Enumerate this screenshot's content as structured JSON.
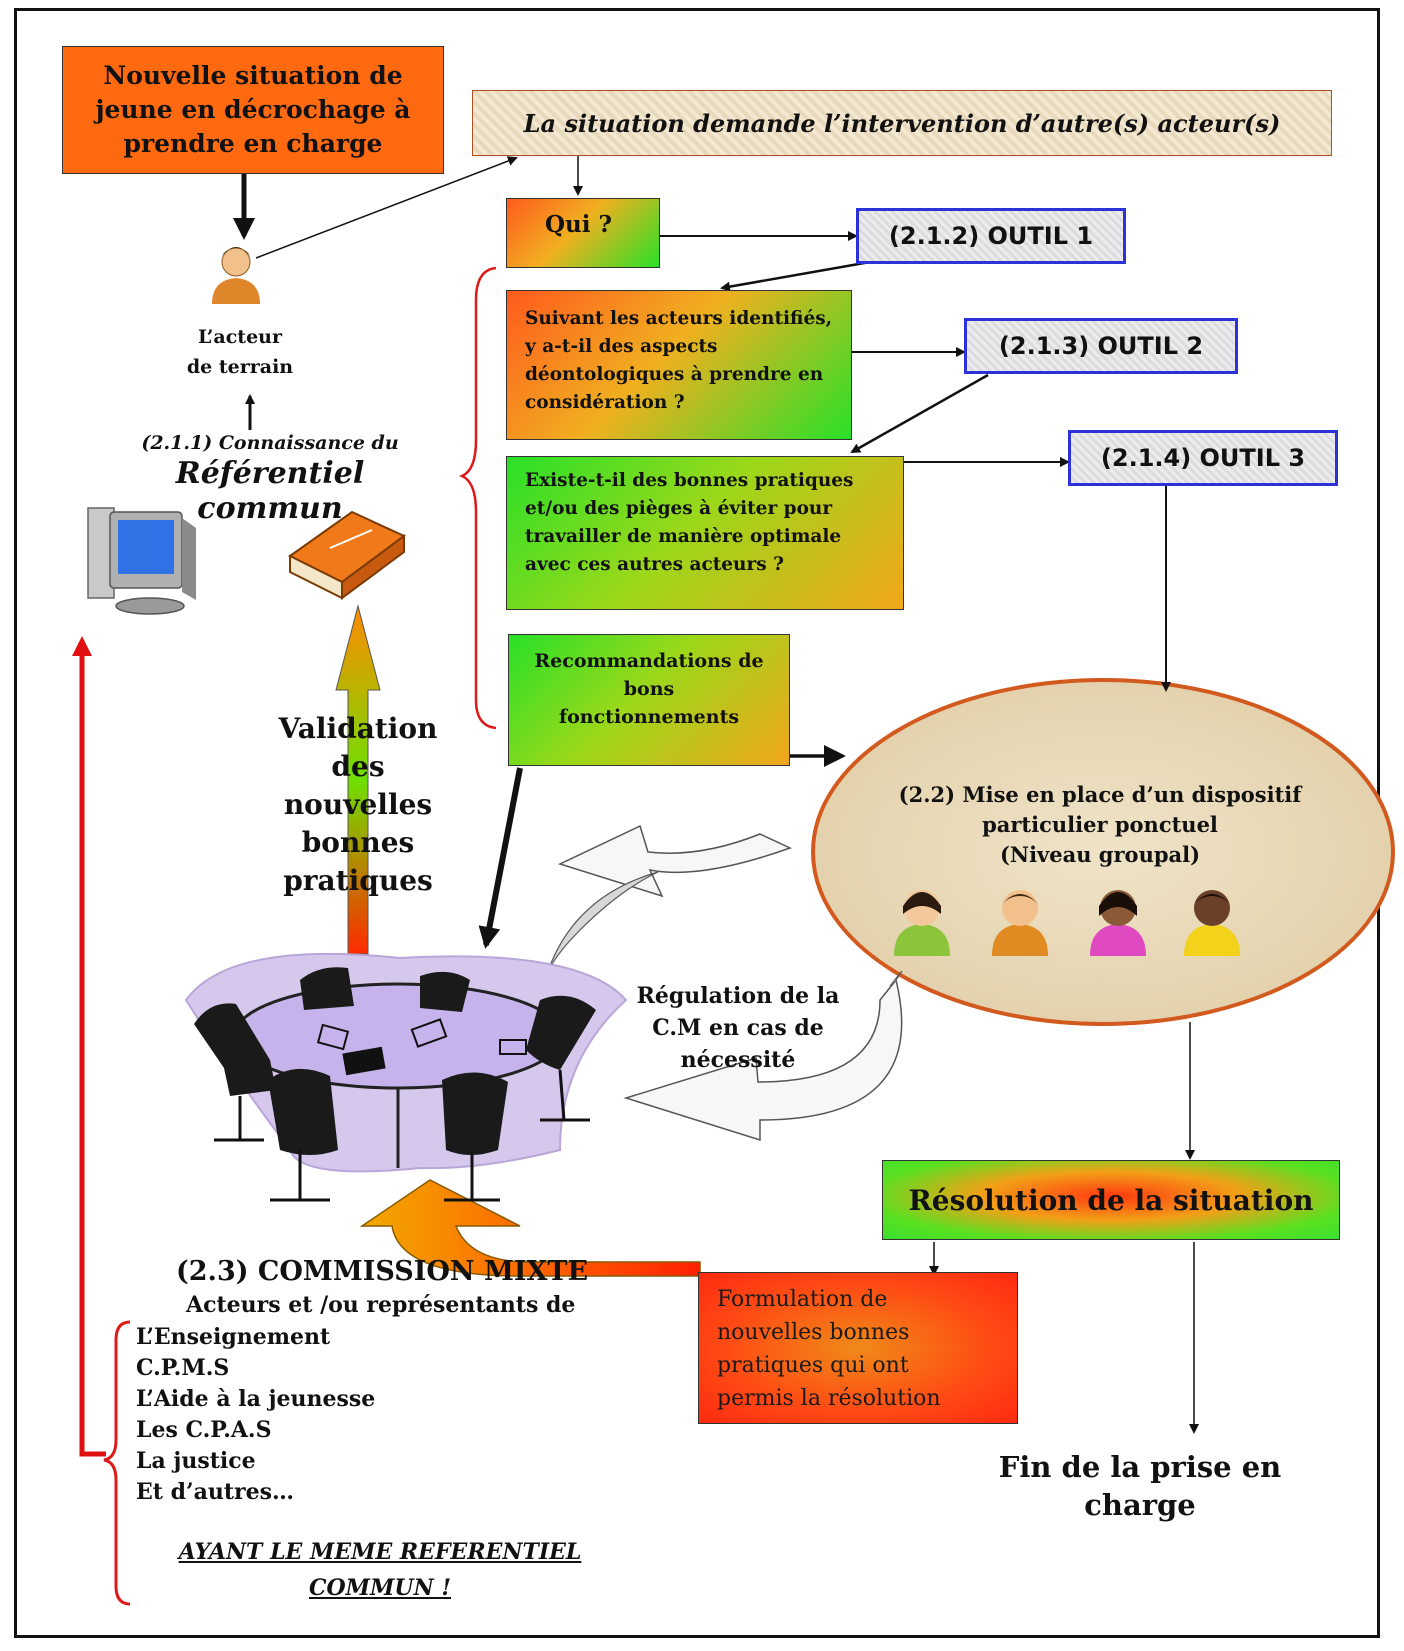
{
  "start_box": "Nouvelle situation de jeune en décrochage à prendre en charge",
  "banner": "La situation demande l’intervention d’autre(s) acteur(s)",
  "qui_box": "Qui ?",
  "tools": {
    "tool1": "(2.1.2) OUTIL 1",
    "tool2": "(2.1.3) OUTIL 2",
    "tool3": "(2.1.4) OUTIL 3"
  },
  "questions": {
    "deontology": "Suivant les acteurs identifiés, y a-t-il des aspects déontologiques à prendre en considération ?",
    "good_practices": "Existe-t-il des bonnes pratiques et/ou des pièges à éviter pour travailler de manière optimale avec ces autres acteurs ?"
  },
  "recommendations": "Recommandations de bons fonctionnements",
  "actor": {
    "line1": "L’acteur",
    "line2": "de terrain"
  },
  "referentiel": {
    "prefix": "(2.1.1) Connaissance du",
    "title": "Référentiel commun"
  },
  "validation": [
    "Validation",
    "des",
    "nouvelles",
    "bonnes",
    "pratiques"
  ],
  "dispositif": [
    "(2.2) Mise en place d’un dispositif",
    "particulier ponctuel",
    "(Niveau groupal)"
  ],
  "regulation": [
    "Régulation de la",
    "C.M en cas de",
    "nécessité"
  ],
  "resolution": "Résolution de la situation",
  "formulation": [
    "Formulation de",
    "nouvelles bonnes",
    "pratiques qui ont",
    "permis la résolution"
  ],
  "fin": [
    "Fin de la prise en",
    "charge"
  ],
  "commission": {
    "title": "(2.3) COMMISSION MIXTE",
    "subtitle": "Acteurs et /ou représentants de",
    "members": [
      "L’Enseignement",
      "C.P.M.S",
      "L’Aide à la jeunesse",
      "Les C.P.A.S",
      "La justice",
      "Et d’autres…"
    ],
    "footer": [
      "AYANT LE MEME  REFERENTIEL",
      "COMMUN !"
    ]
  },
  "colors": {
    "red_arrow": "#e01010",
    "tool_border": "#2a32d8",
    "ellipse_border": "#d25a1e",
    "start_box": "#ff6a10"
  },
  "icons": [
    "person-icon",
    "computer-icon",
    "book-icon",
    "meeting-table-icon",
    "group-person-icon"
  ]
}
